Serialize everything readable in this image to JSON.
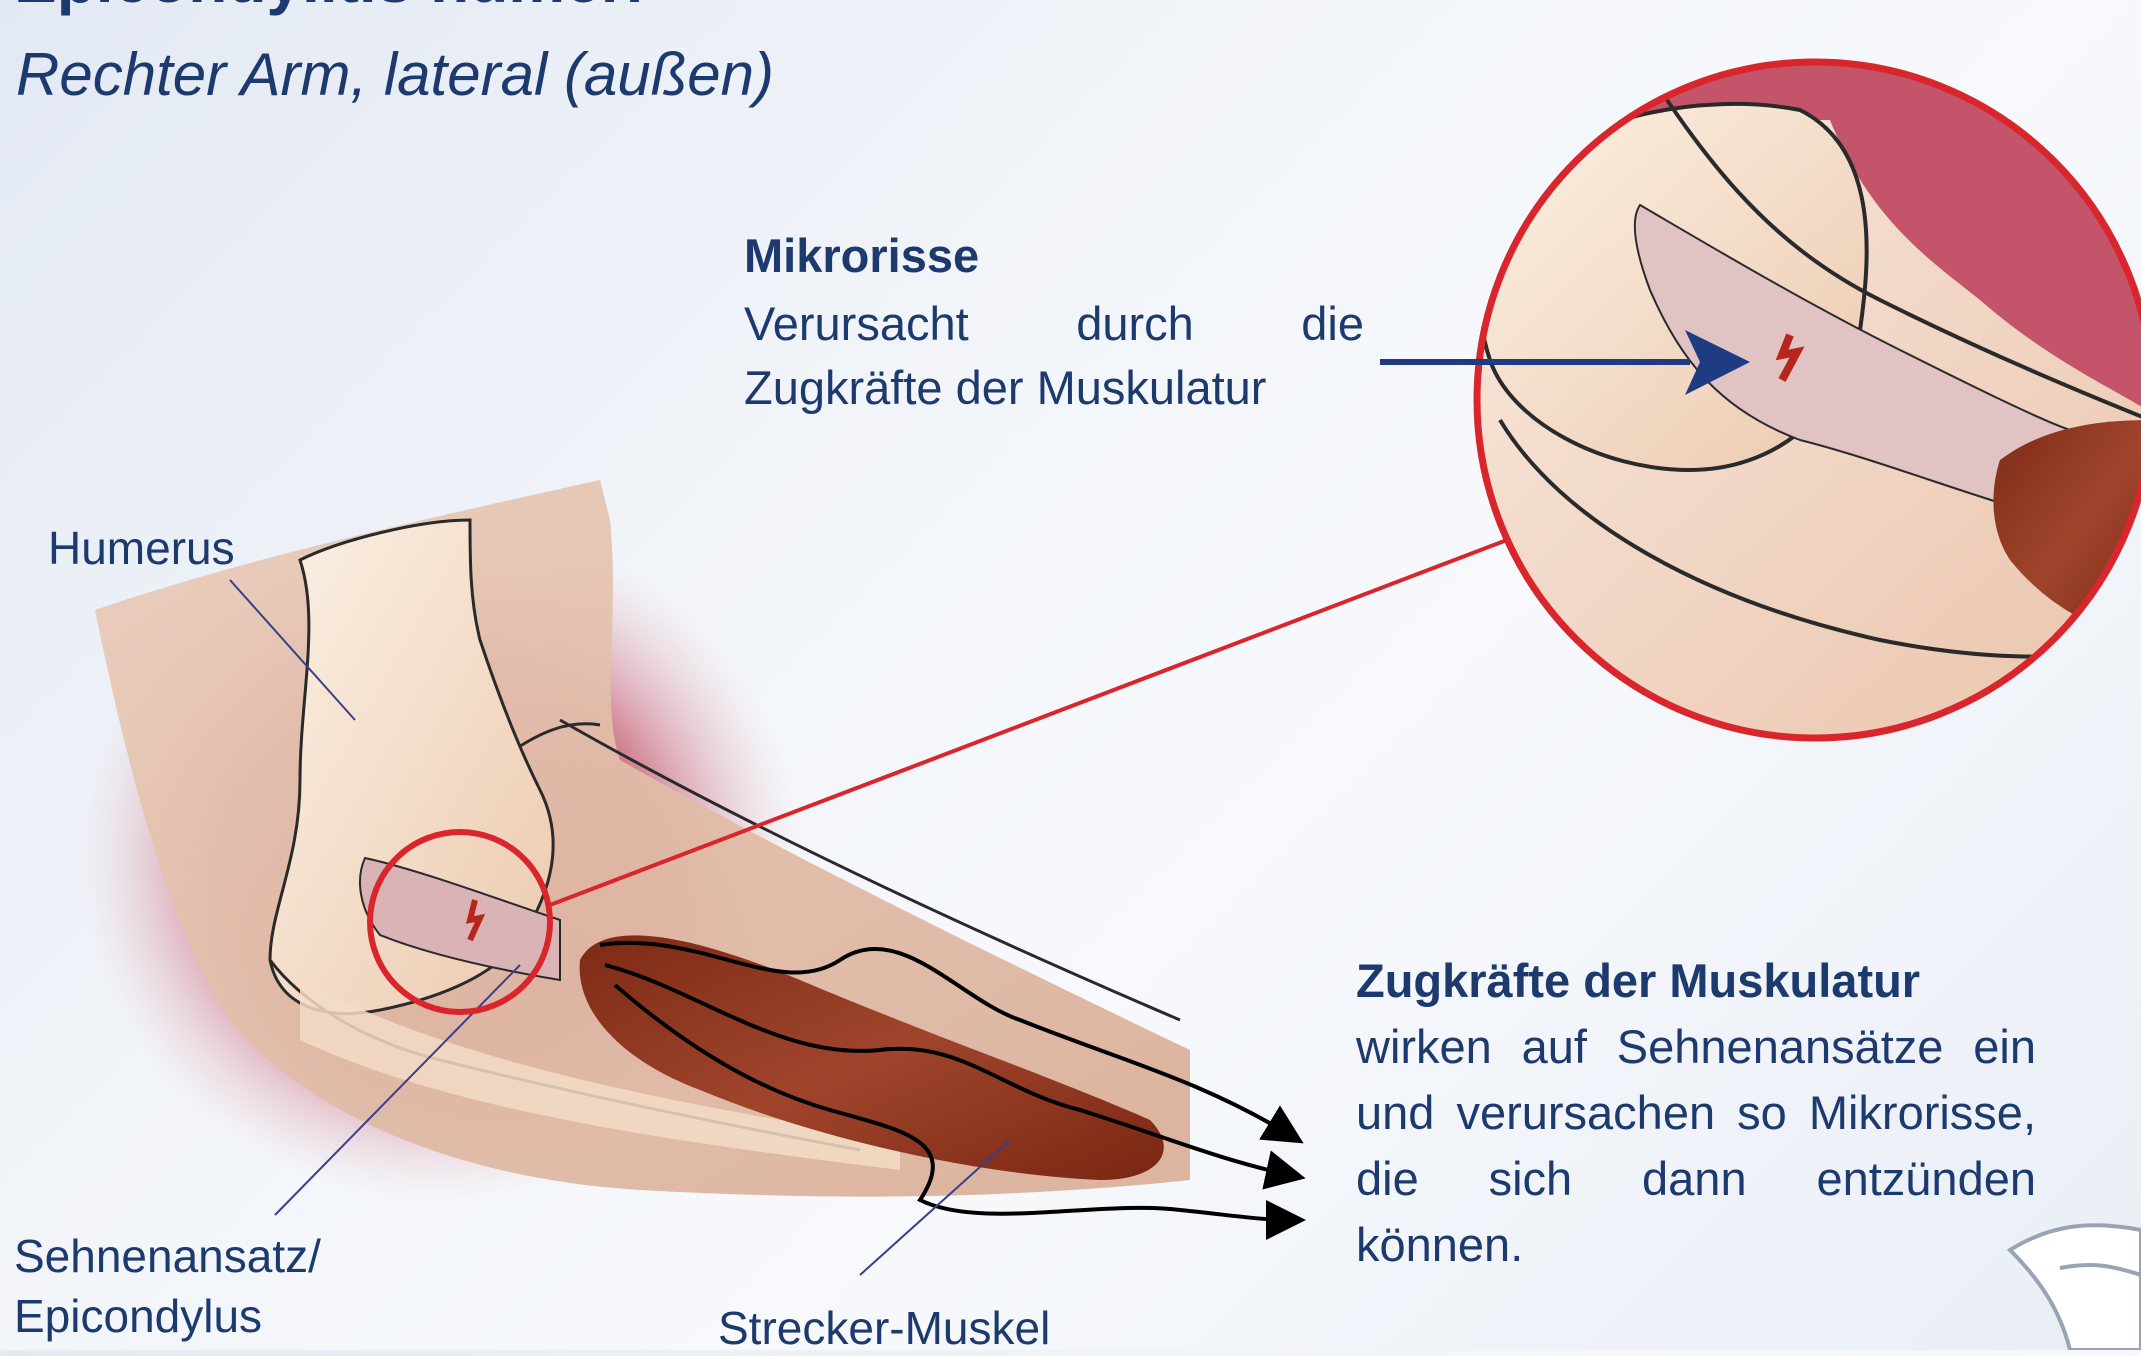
{
  "title": {
    "main": "Epicondylitis humeri",
    "sub": "Rechter Arm, lateral (außen)"
  },
  "callout_microtears": {
    "heading": "Mikrorisse",
    "body": "Verursacht durch die Zugkräfte der Muskulatur"
  },
  "callout_forces": {
    "heading": "Zugkräfte der Muskulatur",
    "body": "wirken auf Sehnenansätze ein und verursachen so Mikrorisse, die sich dann entzünden können."
  },
  "labels": {
    "humerus": "Humerus",
    "tendon_line1": "Sehnenansatz/",
    "tendon_line2": "Epicondylus",
    "muscle": "Strecker-Muskel"
  },
  "colors": {
    "text": "#1d3a6e",
    "highlight_circle": "#d8262c",
    "inflammation": "#b5475a",
    "muscle": "#8a2e1e",
    "bone": "#f3dcc6",
    "arrow_blue": "#1f3b82"
  }
}
